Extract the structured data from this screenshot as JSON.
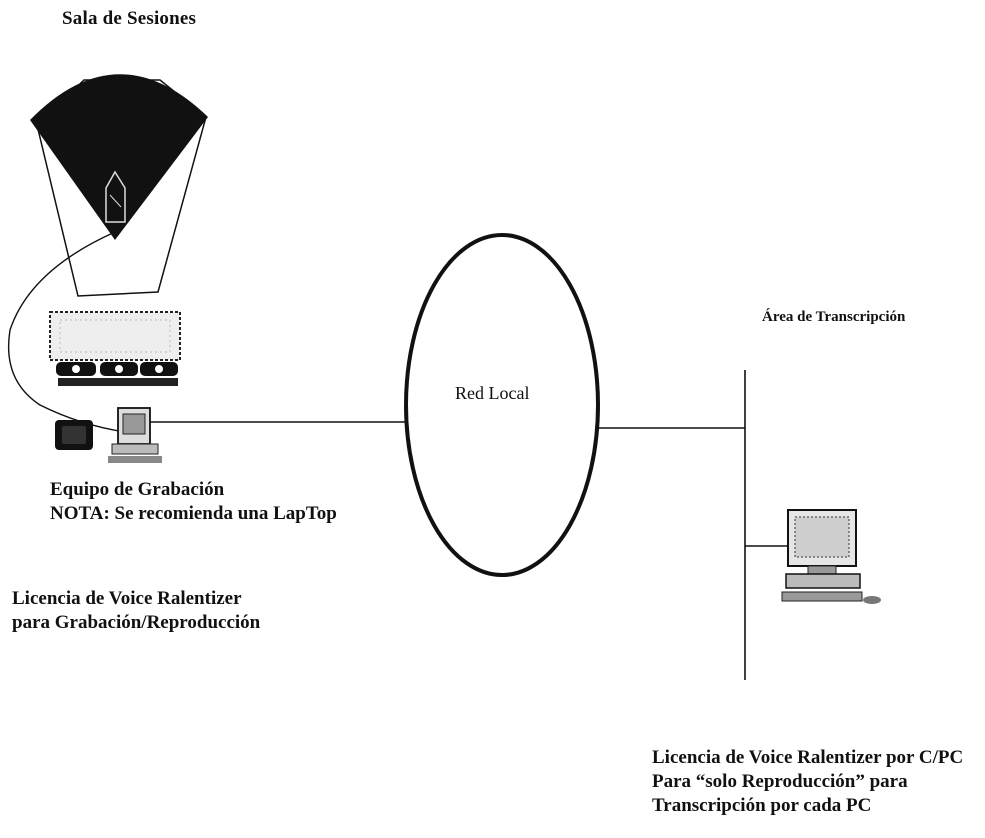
{
  "diagram": {
    "title": "Sala de Sesiones",
    "network": {
      "label": "Red Local"
    },
    "recording": {
      "line1": "Equipo de Grabación",
      "line2": "NOTA: Se recomienda una LapTop"
    },
    "license_recording": {
      "line1": "Licencia de Voice Ralentizer",
      "line2": "para Grabación/Reproducción"
    },
    "transcription_area": {
      "label": "Área de Transcripción"
    },
    "license_transcription": {
      "line1": "Licencia de Voice Ralentizer por C/PC",
      "line2": "Para “solo Reproducción” para",
      "line3": "Transcripción  por cada PC"
    }
  }
}
